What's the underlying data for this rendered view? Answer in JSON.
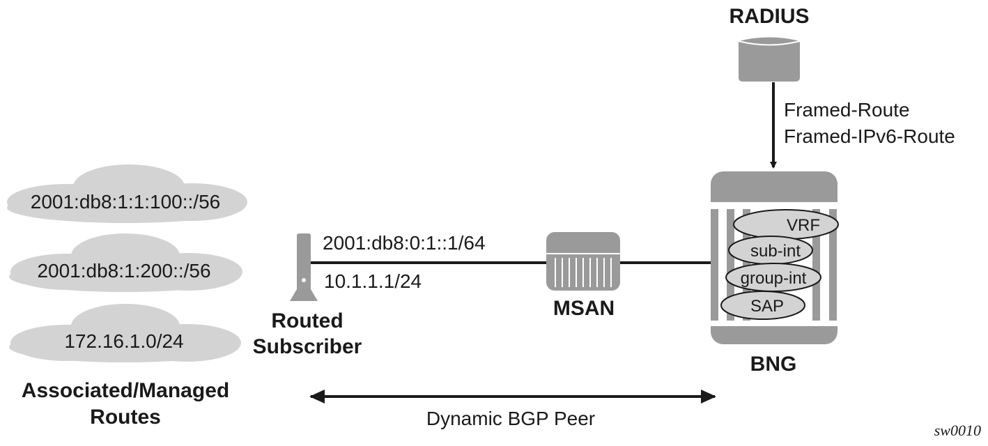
{
  "routes": {
    "caption_line1": "Associated/Managed",
    "caption_line2": "Routes",
    "items": [
      "2001:db8:1:1:100::/56",
      "2001:db8:1:200::/56",
      "172.16.1.0/24"
    ]
  },
  "subscriber": {
    "label_line1": "Routed",
    "label_line2": "Subscriber",
    "ipv6_address": "2001:db8:0:1::1/64",
    "ipv4_address": "10.1.1.1/24"
  },
  "msan": {
    "label": "MSAN"
  },
  "bng": {
    "label": "BNG",
    "components": [
      "VRF",
      "sub-int",
      "group-int",
      "SAP"
    ]
  },
  "radius": {
    "label": "RADIUS",
    "attributes": [
      "Framed-Route",
      "Framed-IPv6-Route"
    ]
  },
  "bgp": {
    "label": "Dynamic BGP Peer"
  },
  "figure_id": "sw0010",
  "colors": {
    "cloud": "#d3d3d3",
    "device": "#9a9a9a",
    "oval": "#d3d3d3",
    "line": "#1a1a1a"
  }
}
